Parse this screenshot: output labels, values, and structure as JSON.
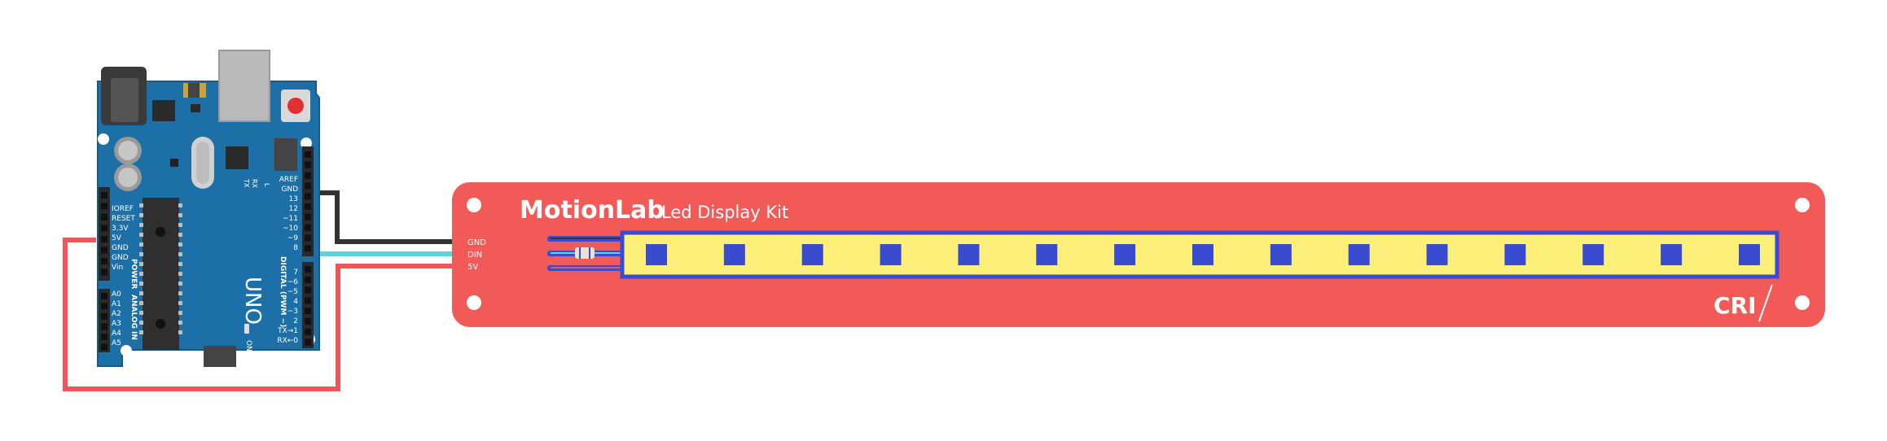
{
  "arduino": {
    "model": "UNO",
    "header_digital": "DIGITAL (PWM ~)",
    "header_power": "POWER",
    "header_analog": "ANALOG IN",
    "on_label": "ON",
    "l_label": "L",
    "tx_label": "TX",
    "rx_label": "RX",
    "power_pins": [
      "IOREF",
      "RESET",
      "3.3V",
      "5V",
      "GND",
      "GND",
      "Vin"
    ],
    "analog_pins": [
      "A0",
      "A1",
      "A2",
      "A3",
      "A4",
      "A5"
    ],
    "digital_top": [
      "AREF",
      "GND",
      "13",
      "12",
      "~11",
      "~10",
      "~9",
      "8"
    ],
    "digital_bottom": [
      "7",
      "~6",
      "~5",
      "4",
      "~3",
      "2",
      "TX→1",
      "RX←0"
    ]
  },
  "board": {
    "brand": "MotionLab",
    "kit": "Led Display Kit",
    "pins": [
      "GND",
      "DIN",
      "5V"
    ],
    "logo_text": "CRI",
    "led_count": 15
  },
  "colors": {
    "board": "#f25a58",
    "arduino": "#1d6fa8",
    "led_strip": "#fdf07a",
    "led_border": "#3b4bd1",
    "wire_gnd": "#333333",
    "wire_din": "#5fd4df",
    "wire_5v": "#f0555a"
  }
}
